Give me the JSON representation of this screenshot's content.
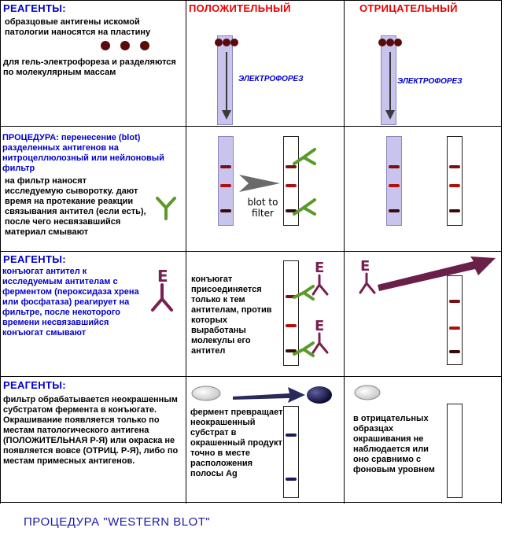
{
  "columns": {
    "positive": "ПОЛОЖИТЕЛЬНЫЙ",
    "negative": "ОТРИЦАТЕЛЬНЫЙ"
  },
  "row1": {
    "heading": "РЕАГЕНТЫ:",
    "text_top": "образцовые антигены искомой патологии наносятся на пластину",
    "text_bottom": "для гель-электрофореза и разделяются по молекулярным массам",
    "electrophoresis_label": "ЭЛЕКТРОФОРЕЗ"
  },
  "row2": {
    "heading": "ПРОЦЕДУРА:",
    "heading_rest": "перенесение (blot) разделенных антигенов на нитроцеллюлозный или нейлоновый фильтр",
    "text": "на фильтр наносят исследуемую сыворотку. дают время на протекание реакции связывания антител (если есть), после чего несвязавшийся материал смывают",
    "blot_label": "blot to filter"
  },
  "row3": {
    "heading": "РЕАГЕНТЫ:",
    "text": "конъюгат антител к исследуемым антителам с ферментом (пероксидаза хрена или фосфатаза) реагирует на фильтре, после некоторого времени несвязавшийся конъюгат смывают",
    "positive_text": "конъюгат присоединяется только к тем антителам, против которых выработаны молекулы его антител",
    "enzyme_letter": "E"
  },
  "row4": {
    "heading": "РЕАГЕНТЫ:",
    "text": "фильтр обрабатывается неокрашенным субстратом фермента в конъюгате. Окрашивание появляется только по местам патологического антигена (ПОЛОЖИТЕЛЬНАЯ Р-Я) или окраска не появляется вовсе (ОТРИЦ. Р-Я), либо по местам примесных антигенов.",
    "positive_text": "фермент превращает неокрашенный субстрат в окрашенный продукт точно в месте расположения полосы Ag",
    "negative_text": "в отрицательных образцах окрашивания не наблюдается или оно сравнимо с фоновым уровнем"
  },
  "footer": "ПРОЦЕДУРА \"WESTERN BLOT\"",
  "colors": {
    "heading_blue": "#0000cc",
    "column_red": "#ee0000",
    "band_dark": "#3a0a0a",
    "band_red": "#b01010",
    "antibody_green": "#5a9a2a",
    "enzyme_purple": "#7a2050",
    "arrow_purple": "#6a2048"
  }
}
